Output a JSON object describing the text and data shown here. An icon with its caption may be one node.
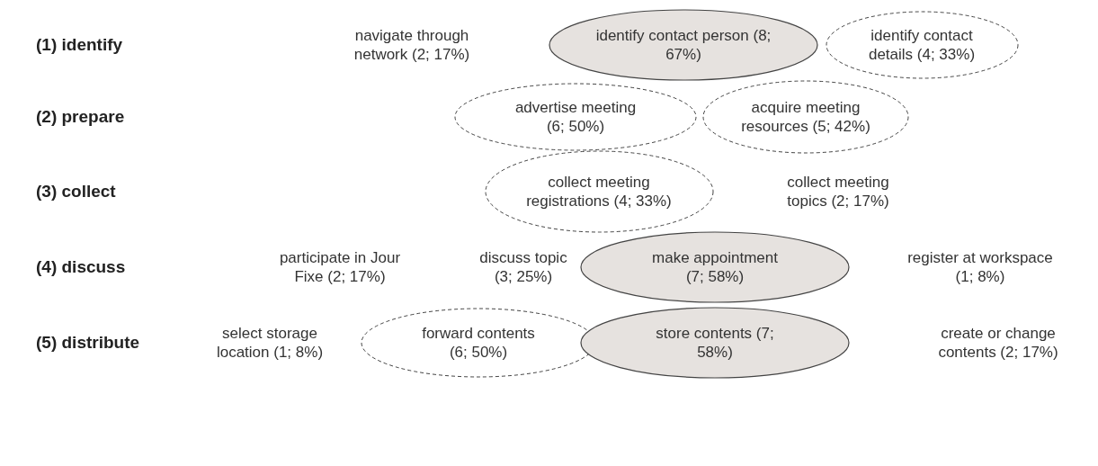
{
  "diagram": {
    "nodes": [
      {
        "text": [
          "identify contact person (8; 67%)"
        ]
      },
      {
        "text": [
          "identify contact details (4; 33%)"
        ]
      },
      {
        "text": [
          "advertise meeting (6; 50%)"
        ]
      },
      {
        "text": [
          "acquire meeting resources (5; 42%)"
        ]
      },
      {
        "text": [
          "collect meeting registrations (4; 33%)"
        ]
      },
      {
        "text": [
          "make appointment (7; 58%)"
        ]
      },
      {
        "text": [
          "forward contents (6; 50%)"
        ]
      },
      {
        "text": [
          "store contents (7; 58%)"
        ]
      }
    ],
    "labels": [
      "(1) identify",
      "navigate through network (2; 17%)",
      "(2) prepare",
      "(3) collect",
      "collect meeting topics (2; 17%)",
      "(4) discuss",
      "participate in Jour Fixe (2; 17%)",
      "discuss topic (3; 25%)",
      "register at workspace (1; 8%)",
      "(5) distribute",
      "select storage location (1; 8%)",
      "create or change contents (2; 17%)"
    ]
  }
}
